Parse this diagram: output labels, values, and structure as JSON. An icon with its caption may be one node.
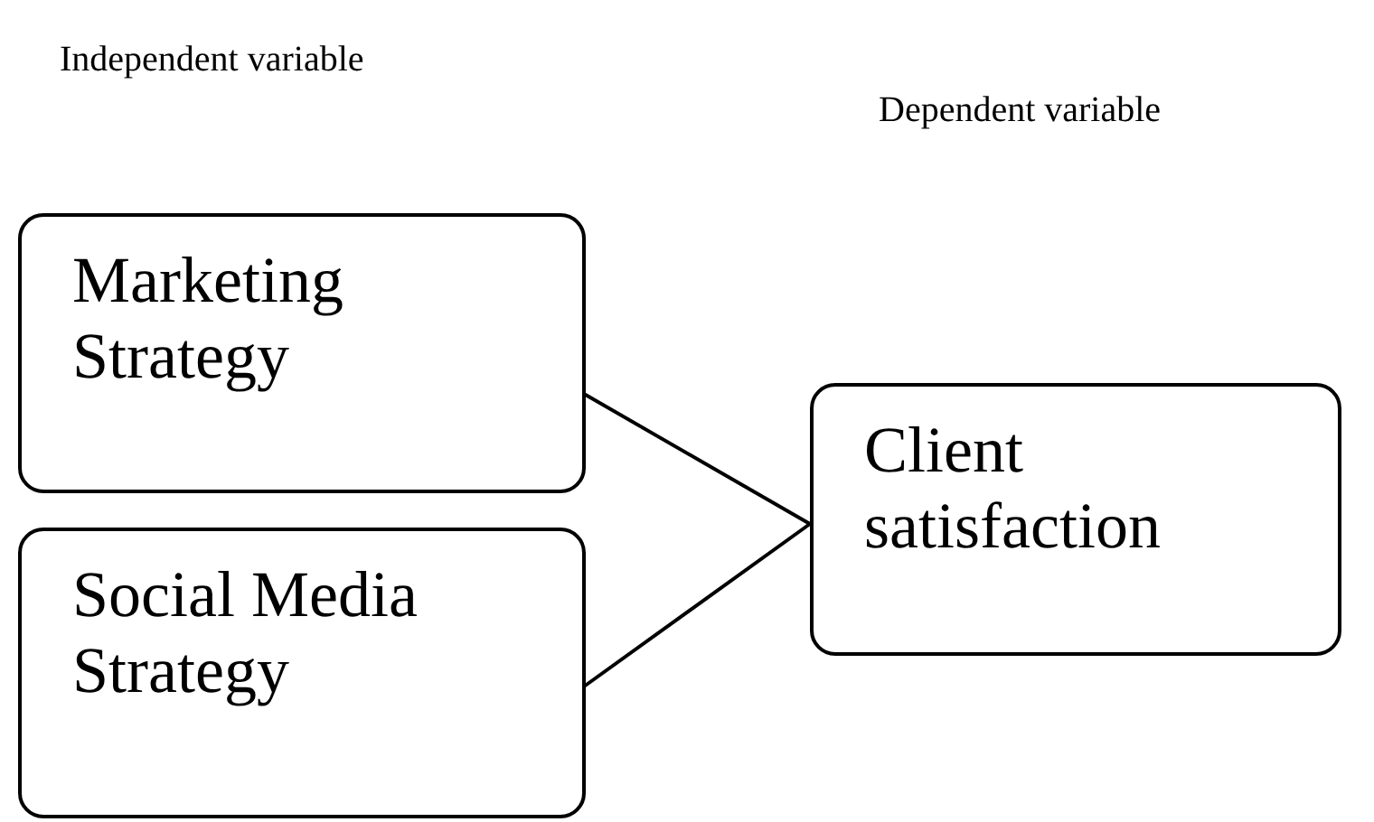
{
  "diagram": {
    "nodes": [
      {
        "text": [
          "Marketing Strategy"
        ]
      },
      {
        "text": [
          "Social Media Strategy"
        ]
      },
      {
        "text": [
          "Client satisfaction"
        ]
      }
    ],
    "edges": [
      {
        "from": 0,
        "to": 2,
        "arrow": "none"
      },
      {
        "from": 1,
        "to": 2,
        "arrow": "none"
      }
    ],
    "labels": [
      "Independent variable",
      "Dependent variable"
    ]
  }
}
